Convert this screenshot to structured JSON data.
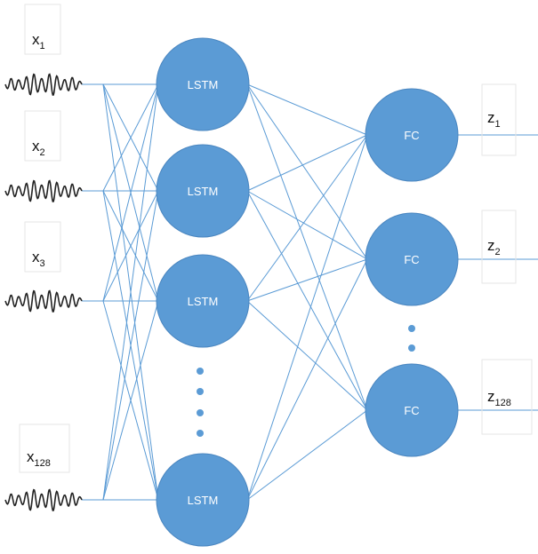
{
  "inputs": [
    {
      "symbol": "x",
      "sub": "1"
    },
    {
      "symbol": "x",
      "sub": "2"
    },
    {
      "symbol": "x",
      "sub": "3"
    },
    {
      "symbol": "x",
      "sub": "128"
    }
  ],
  "lstm_nodes": [
    {
      "label": "LSTM"
    },
    {
      "label": "LSTM"
    },
    {
      "label": "LSTM"
    },
    {
      "label": "LSTM"
    }
  ],
  "fc_nodes": [
    {
      "label": "FC"
    },
    {
      "label": "FC"
    },
    {
      "label": "FC"
    }
  ],
  "outputs": [
    {
      "symbol": "z",
      "sub": "1"
    },
    {
      "symbol": "z",
      "sub": "2"
    },
    {
      "symbol": "z",
      "sub": "128"
    }
  ],
  "colors": {
    "node_fill": "#5b9bd5",
    "node_stroke": "#4a86c0",
    "edge": "#5b9bd5",
    "wave": "#222222",
    "label_box": "#e6e6e6"
  }
}
